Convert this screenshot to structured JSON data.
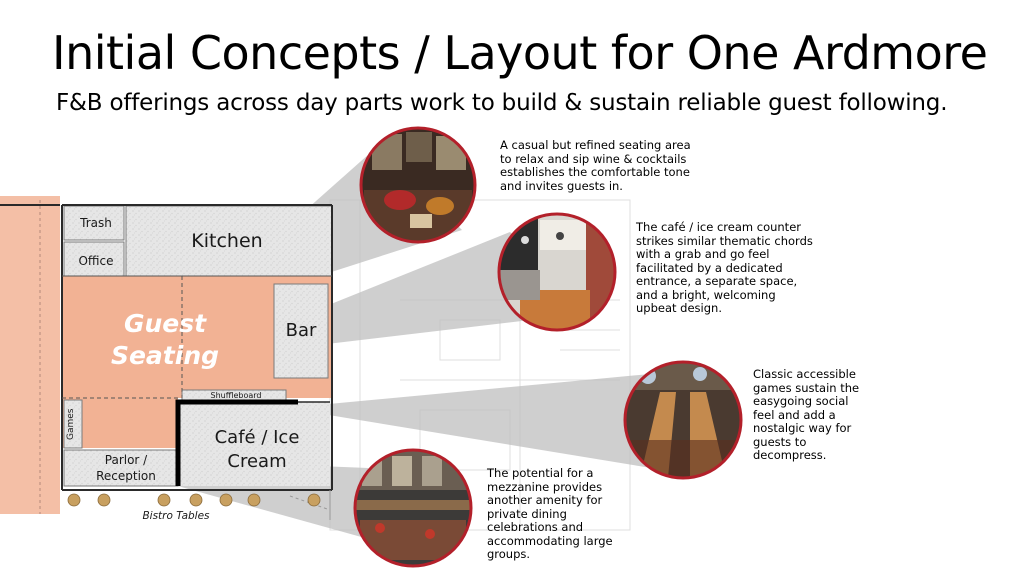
{
  "header": {
    "title": "Initial Concepts / Layout for One Ardmore",
    "subtitle": "F&B offerings across day parts work to build & sustain reliable guest following."
  },
  "floor_plan": {
    "rooms": {
      "trash": "Trash",
      "office": "Office",
      "kitchen": "Kitchen",
      "bar": "Bar",
      "guest_seating": "Guest Seating",
      "shuffleboard": "Shuffleboard",
      "cafe_line1": "Café / Ice",
      "cafe_line2": "Cream",
      "games": "Games",
      "parlor_line1": "Parlor /",
      "parlor_line2": "Reception",
      "bistro_tables": "Bistro Tables"
    }
  },
  "captions": {
    "seating": "A casual but refined seating area to relax and sip wine & cocktails establishes the comfortable tone and invites guests in.",
    "cafe": "The café / ice cream counter strikes similar thematic chords with a grab and go feel facilitated by a dedicated entrance, a separate space, and a bright, welcoming upbeat design.",
    "games": "Classic accessible games sustain the easygoing social feel and add a nostalgic way for guests to decompress.",
    "mezzanine": "The potential for a mezzanine provides another amenity for private dining celebrations and accommodating large groups."
  },
  "colors": {
    "accent_red": "#b3202a",
    "guest_orange": "#f2b294",
    "room_gray": "#e4e4e4",
    "beam_gray": "#bdbdbd"
  }
}
